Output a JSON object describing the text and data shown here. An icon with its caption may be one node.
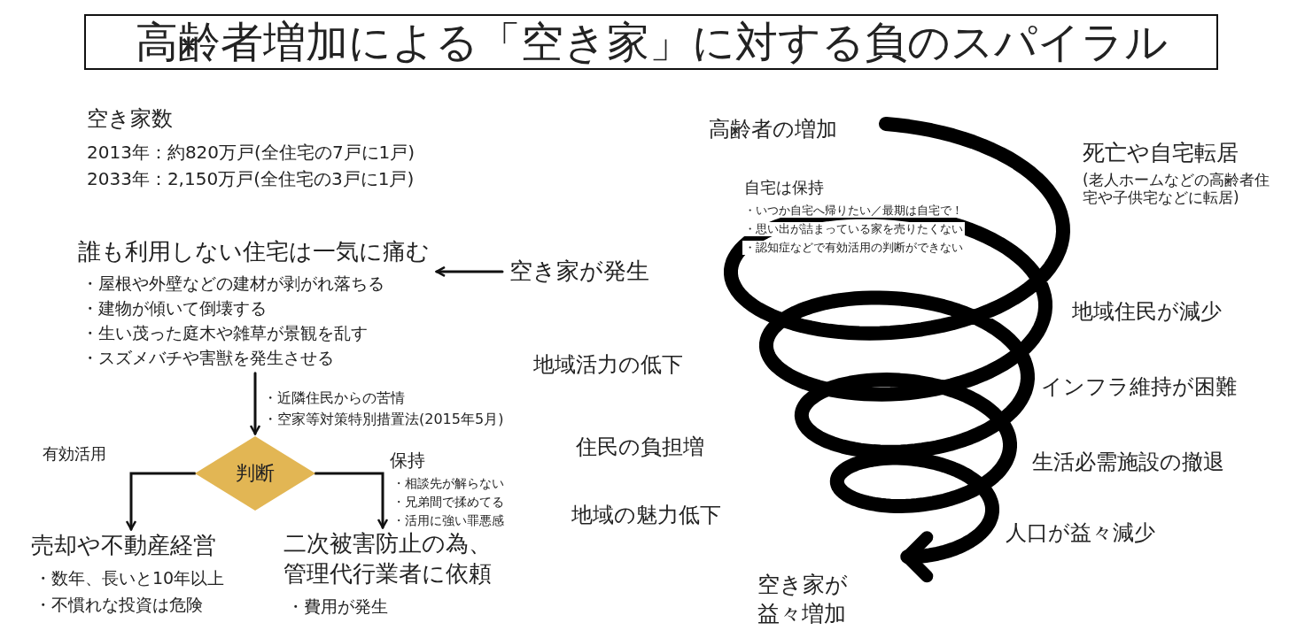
{
  "diagram": {
    "title": "高齢者増加による「空き家」に対する負のスパイラル",
    "nodes": [
      {
        "text": [
          "高齢者の増加"
        ]
      },
      {
        "text": [
          "空き家が発生"
        ]
      },
      {
        "text": [
          "誰も利用しない住宅は一気に痛む",
          "・屋根や外壁などの建材が剥がれ落ちる",
          "・建物が傾いて倒壊する",
          "・生い茂った庭木や雑草が景観を乱す",
          "・スズメバチや害獣を発生させる"
        ]
      },
      {
        "text": [
          "判断"
        ]
      },
      {
        "text": [
          "売却や不動産経営",
          "・数年、長いと10年以上",
          "・不慣れな投資は危険"
        ]
      },
      {
        "text": [
          "二次被害防止の為、管理代行業者に依頼",
          "・費用が発生"
        ]
      },
      {
        "text": [
          "空き家が益々増加"
        ]
      }
    ],
    "edges": [
      {
        "from": 1,
        "to": 2,
        "arrow": "to"
      },
      {
        "from": 2,
        "to": 3,
        "arrow": "to"
      },
      {
        "from": 3,
        "to": 4,
        "arrow": "to",
        "label": "有効活用"
      },
      {
        "from": 3,
        "to": 5,
        "arrow": "to",
        "label": "保持"
      },
      {
        "from": 0,
        "to": 6,
        "arrow": "to",
        "style": "thick"
      }
    ],
    "labels": [
      "空き家数",
      "2013年：約820万戸(全住宅の7戸に1戸)",
      "2033年：2,150万戸(全住宅の3戸に1戸)",
      "死亡や自宅転居",
      "(老人ホームなどの高齢者住宅や子供宅などに転居)",
      "自宅は保持",
      "・いつか自宅へ帰りたい／最期は自宅で！",
      "・思い出が詰まっている家を売りたくない",
      "・認知症などで有効活用の判断ができない",
      "地域住民が減少",
      "地域活力の低下",
      "インフラ維持が困難",
      "住民の負担増",
      "生活必需施設の撤退",
      "地域の魅力低下",
      "人口が益々減少",
      "・近隣住民からの苦情",
      "・空家等対策特別措置法(2015年5月)",
      "・相談先が解らない",
      "・兄弟間で揉めてる",
      "・活用に強い罪悪感"
    ]
  }
}
